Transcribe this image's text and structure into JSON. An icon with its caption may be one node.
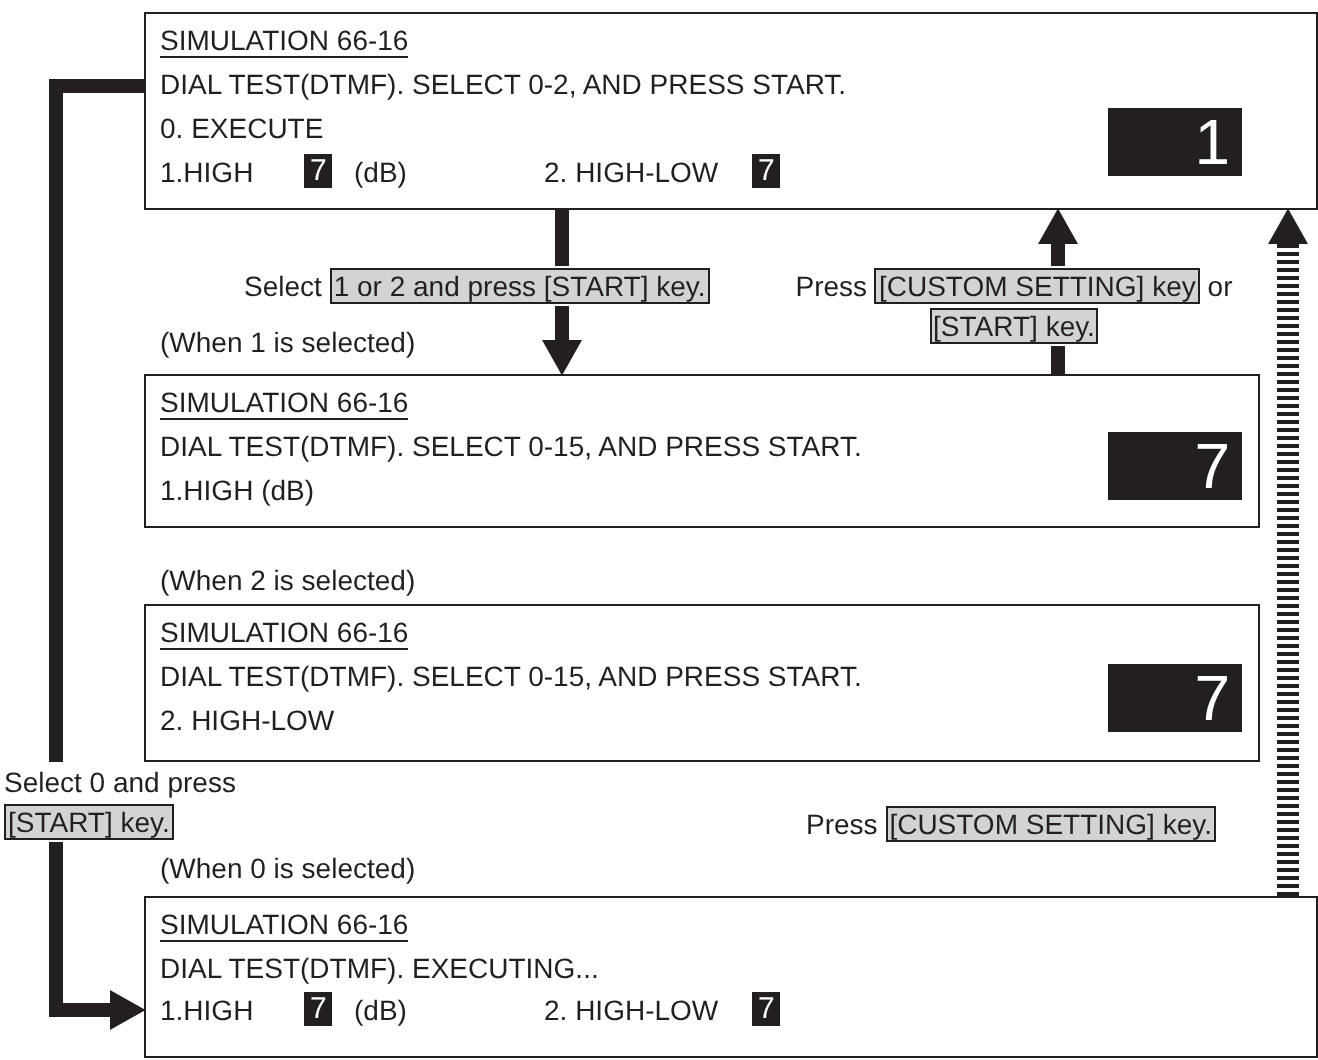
{
  "diagram": {
    "nodes": [
      {
        "text": [
          "SIMULATION 66-16",
          "DIAL TEST(DTMF).  SELECT 0-2, AND PRESS START.",
          "0. EXECUTE",
          "1.HIGH",
          "7",
          "(dB)",
          "2. HIGH-LOW",
          "7",
          "1"
        ]
      },
      {
        "text": [
          "SIMULATION 66-16",
          "DIAL TEST(DTMF).  SELECT 0-15, AND PRESS START.",
          "1.HIGH (dB)",
          "7"
        ],
        "beside": [
          "(When 1 is selected)"
        ]
      },
      {
        "text": [
          "SIMULATION 66-16",
          "DIAL TEST(DTMF).  SELECT 0-15, AND PRESS START.",
          "2. HIGH-LOW",
          "7"
        ],
        "beside": [
          "(When 2 is selected)"
        ]
      },
      {
        "text": [
          "SIMULATION 66-16",
          "DIAL TEST(DTMF).  EXECUTING...",
          "1.HIGH",
          "7",
          "(dB)",
          "2. HIGH-LOW",
          "7"
        ],
        "beside": [
          "(When 0 is selected)"
        ]
      }
    ],
    "edges": [
      {
        "from": 0,
        "to": 1,
        "arrow": "to",
        "label": "Select **1 or 2 and press [START] key.**"
      },
      {
        "from": 1,
        "to": 0,
        "arrow": "to",
        "label": "Press **[CUSTOM SETTING] key** or **[START] key.**"
      },
      {
        "from": 3,
        "to": 0,
        "arrow": "to",
        "style": "dashed",
        "label": "Press **[CUSTOM SETTING] key.**"
      },
      {
        "from": 0,
        "to": 3,
        "arrow": "to",
        "label": "Select 0 and press **[START] key.**"
      }
    ]
  }
}
